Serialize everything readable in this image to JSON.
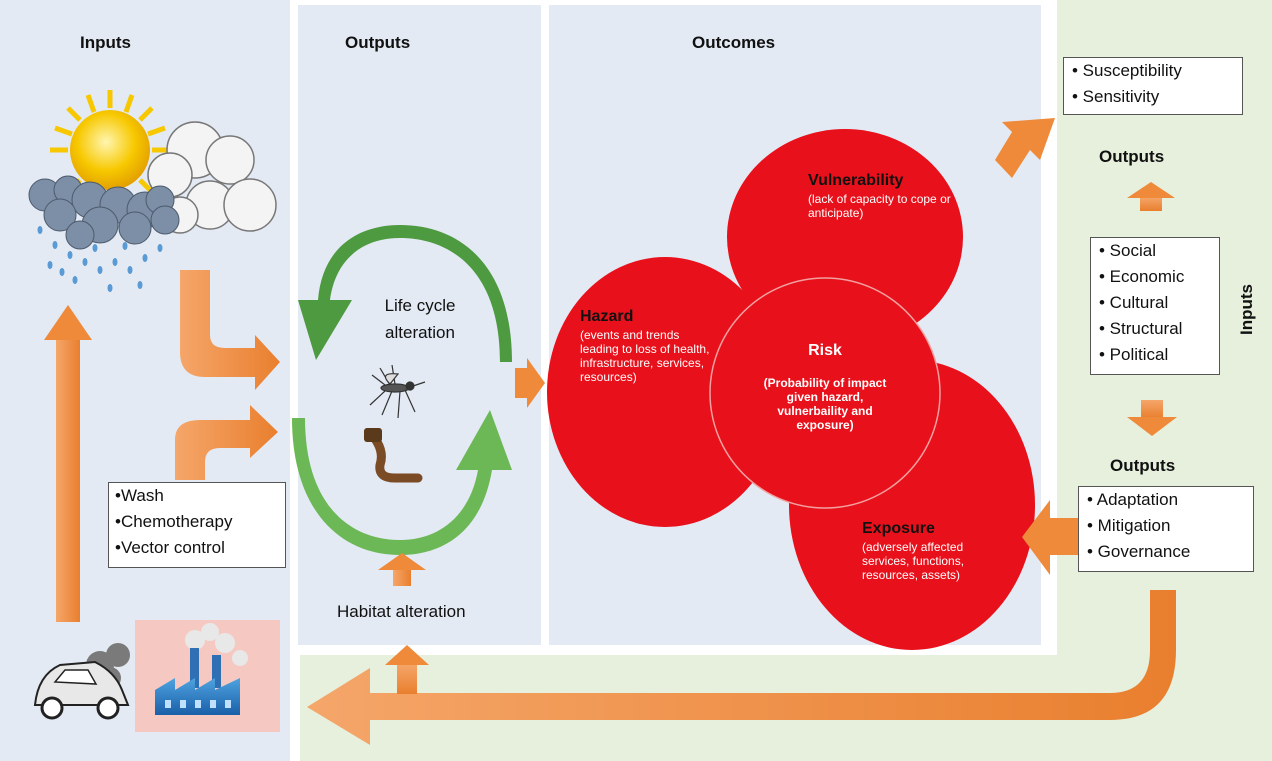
{
  "columns": {
    "left_heading": "Inputs",
    "middle_heading": "Outputs",
    "outcomes_heading": "Outcomes"
  },
  "interventions": [
    "•Wash",
    "•Chemotherapy",
    "•Vector control"
  ],
  "life_cycle": {
    "cycle_label_line1": "Life cycle",
    "cycle_label_line2": "alteration",
    "habitat_label": "Habitat alteration"
  },
  "risk_diagram": {
    "vulnerability": {
      "title": "Vulnerability",
      "description": "(lack of capacity to cope or anticipate)"
    },
    "hazard": {
      "title": "Hazard",
      "description": "(events and trends leading to loss of health, infrastructure, services, resources)"
    },
    "risk": {
      "title": "Risk",
      "description": "(Probability of impact given hazard, vulnerbaility and exposure)"
    },
    "exposure": {
      "title": "Exposure",
      "description": "(adversely affected services, functions, resources, assets)"
    }
  },
  "right_panel": {
    "top_box": [
      "• Susceptibility",
      "• Sensitivity"
    ],
    "outputs_heading_top": "Outputs",
    "factors_box": [
      "• Social",
      "• Economic",
      "• Cultural",
      "• Structural",
      "• Political"
    ],
    "inputs_vertical_label": "Inputs",
    "outputs_heading_bottom": "Outputs",
    "responses_box": [
      "• Adaptation",
      "• Mitigation",
      "• Governance"
    ]
  },
  "colors": {
    "panel_blue": "#e3eaf4",
    "panel_green": "#e6f0dd",
    "arrow_orange": "#ee8a3a",
    "risk_red": "#e8101a",
    "cycle_green": "#5aa34a"
  },
  "icons": [
    "sun-cloud-rain-icon",
    "mosquito-icon",
    "larva-icon",
    "car-icon",
    "factory-icon"
  ]
}
